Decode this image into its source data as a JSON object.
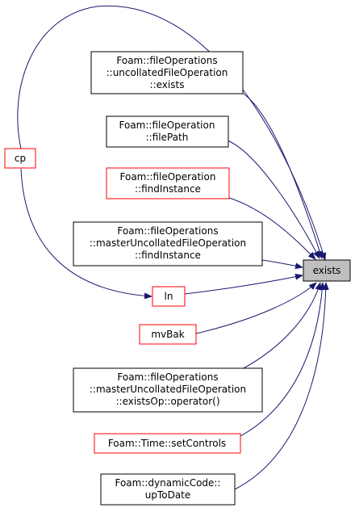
{
  "colors": {
    "edge": "#191970",
    "node_border_black": "#000000",
    "node_border_red": "#ff0000",
    "node_fill": "#ffffff",
    "target_fill": "#bfbfbf"
  },
  "nodes": {
    "cp": {
      "lines": [
        "cp"
      ],
      "border": "red"
    },
    "uncollated_exists": {
      "lines": [
        "Foam::fileOperations",
        "::uncollatedFileOperation",
        "::exists"
      ],
      "border": "black"
    },
    "filepath": {
      "lines": [
        "Foam::fileOperation",
        "::filePath"
      ],
      "border": "black"
    },
    "findinstance": {
      "lines": [
        "Foam::fileOperation",
        "::findInstance"
      ],
      "border": "red"
    },
    "master_findinstance": {
      "lines": [
        "Foam::fileOperations",
        "::masterUncollatedFileOperation",
        "::findInstance"
      ],
      "border": "black"
    },
    "ln": {
      "lines": [
        "ln"
      ],
      "border": "red"
    },
    "mvbak": {
      "lines": [
        "mvBak"
      ],
      "border": "red"
    },
    "master_existsop": {
      "lines": [
        "Foam::fileOperations",
        "::masterUncollatedFileOperation",
        "::existsOp::operator()"
      ],
      "border": "black"
    },
    "setcontrols": {
      "lines": [
        "Foam::Time::setControls"
      ],
      "border": "red"
    },
    "uptodate": {
      "lines": [
        "Foam::dynamicCode::",
        "upToDate"
      ],
      "border": "black"
    },
    "exists": {
      "lines": [
        "exists"
      ],
      "border": "black",
      "target": true
    }
  }
}
